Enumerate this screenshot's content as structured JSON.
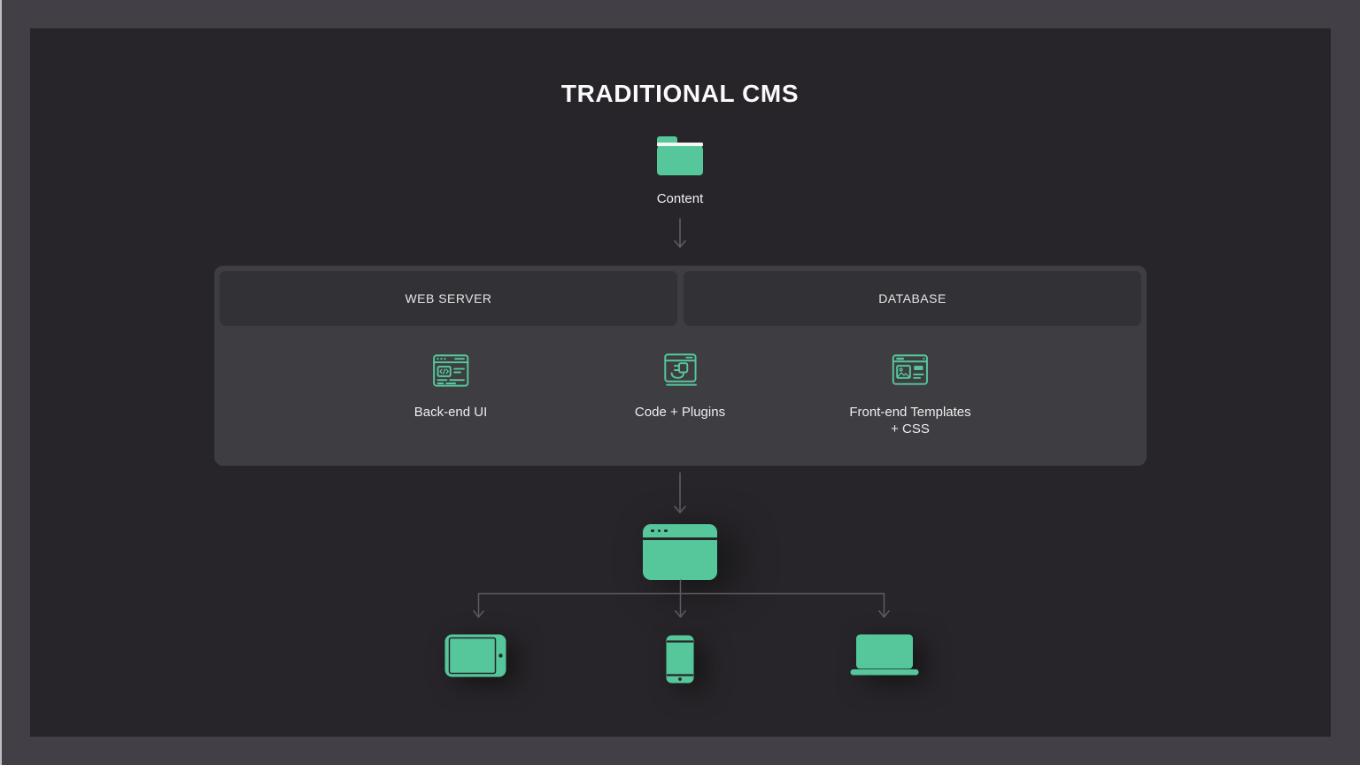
{
  "title": "TRADITIONAL CMS",
  "source": {
    "label": "Content",
    "icon": "folder-icon"
  },
  "panel": {
    "headers": [
      {
        "label": "WEB SERVER"
      },
      {
        "label": "DATABASE"
      }
    ],
    "items": [
      {
        "label": "Back-end UI",
        "label2": "",
        "icon": "admin-window-code-icon"
      },
      {
        "label": "Code + Plugins",
        "label2": "",
        "icon": "window-plug-icon"
      },
      {
        "label": "Front-end Templates",
        "label2": "+ CSS",
        "icon": "window-layout-icon"
      }
    ]
  },
  "output": {
    "icon": "browser-window-icon"
  },
  "devices": [
    {
      "name": "tablet"
    },
    {
      "name": "smartphone"
    },
    {
      "name": "laptop"
    }
  ],
  "colors": {
    "accent_green": "#55C79B",
    "canvas_bg": "#272529",
    "frame_bg": "#424046",
    "panel_bg": "#3E3D41",
    "header_bar_bg": "#323135",
    "connector_gray": "#5E5C62",
    "title_text": "#FAFAFA",
    "label_text": "#EDEDEF"
  }
}
